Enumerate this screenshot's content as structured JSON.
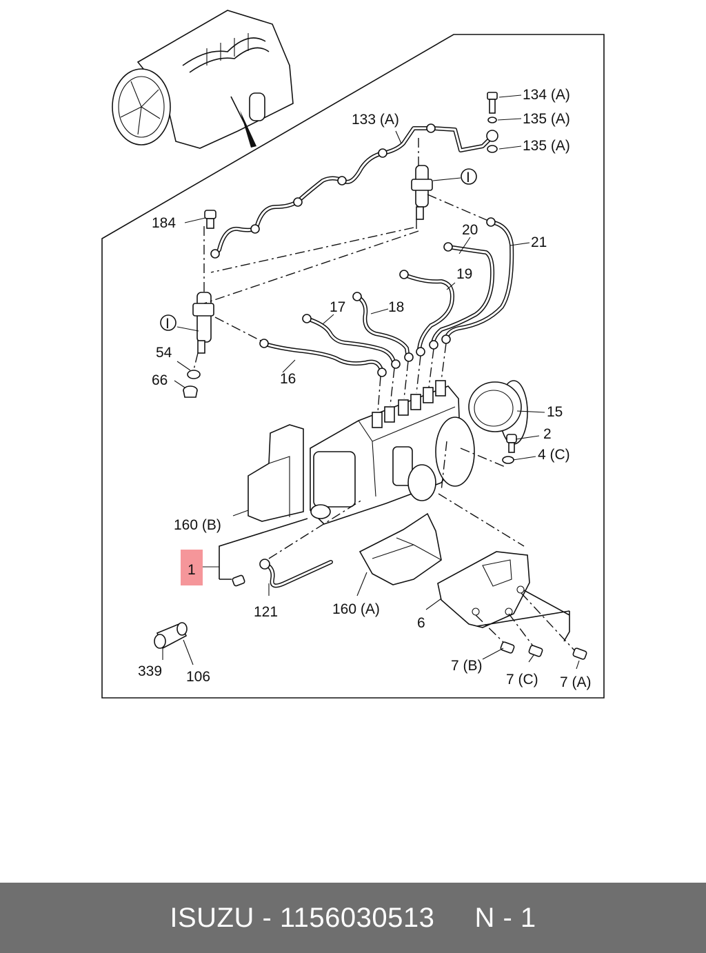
{
  "labels": {
    "l134a": "134 (A)",
    "l135a_1": "135 (A)",
    "l135a_2": "135 (A)",
    "l133a": "133 (A)",
    "l184": "184",
    "lI_top": "I",
    "lI_left": "I",
    "l20": "20",
    "l21": "21",
    "l19": "19",
    "l17": "17",
    "l18": "18",
    "l54": "54",
    "l66": "66",
    "l16": "16",
    "l15": "15",
    "l2": "2",
    "l4c": "4 (C)",
    "l160b": "160 (B)",
    "l1": "1",
    "l121": "121",
    "l160a": "160 (A)",
    "l6": "6",
    "l339": "339",
    "l106": "106",
    "l7b": "7 (B)",
    "l7c": "7 (C)",
    "l7a": "7 (A)"
  },
  "colors": {
    "highlight": "#f5969a",
    "footer_bg": "#6f6f6f",
    "footer_text": "#ffffff"
  },
  "footer": {
    "text": "ISUZU - 1156030513     N - 1"
  }
}
